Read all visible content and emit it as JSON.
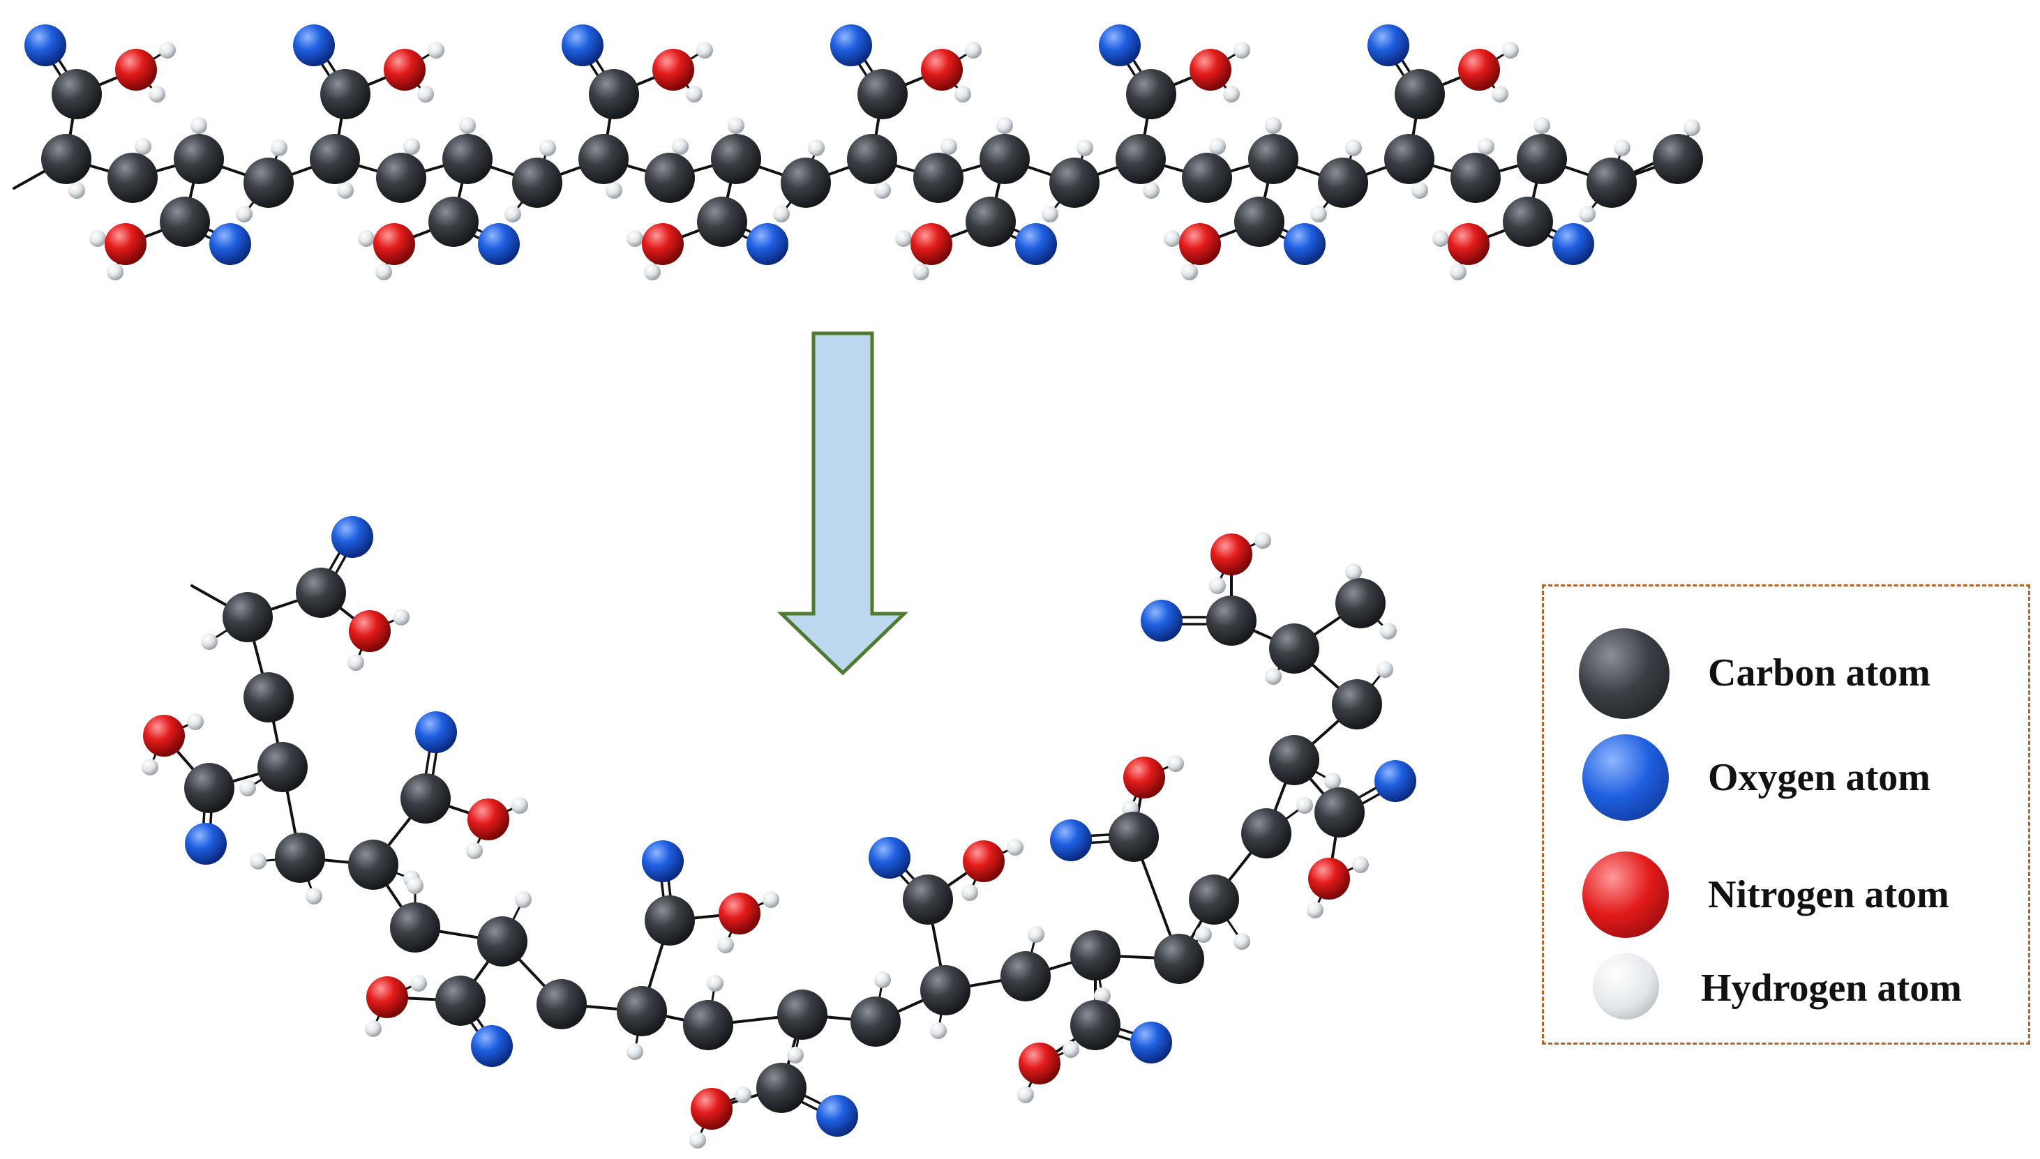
{
  "colors": {
    "carbon": "#3b3f45",
    "oxygen": "#1f5fe0",
    "nitrogen": "#e31b1b",
    "hydrogen": "#e8ecef",
    "bond": "#111111",
    "arrow_fill": "#bcd7ee",
    "arrow_stroke": "#4f7a2f",
    "legend_border": "#b8622a"
  },
  "legend": {
    "items": [
      {
        "key": "carbon",
        "label": "Carbon atom"
      },
      {
        "key": "oxygen",
        "label": "Oxygen atom"
      },
      {
        "key": "nitrogen",
        "label": "Nitrogen atom"
      },
      {
        "key": "hydrogen",
        "label": "Hydrogen atom"
      }
    ]
  },
  "diagram": {
    "top_molecule": {
      "repeat_units": 6,
      "shape": "linear chain"
    },
    "bottom_molecule": {
      "repeat_units": 6,
      "shape": "curled chain"
    },
    "arrow": {
      "direction": "down"
    }
  }
}
